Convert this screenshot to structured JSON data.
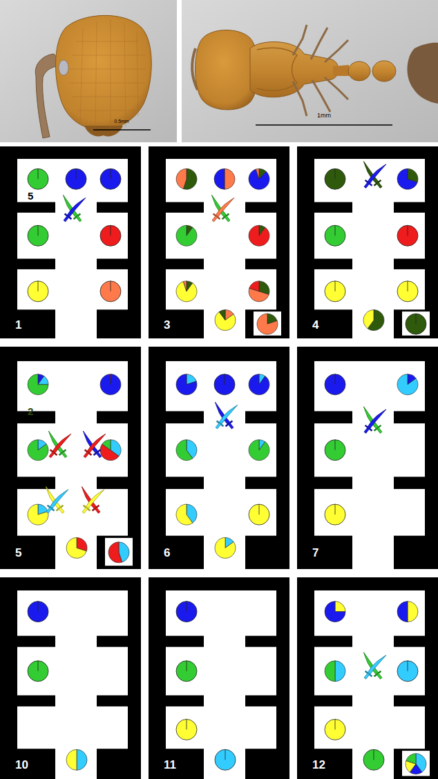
{
  "diagram": {
    "nodes": [
      {
        "text": [
          "1"
        ]
      },
      {
        "text": [
          "3"
        ]
      },
      {
        "text": [
          "4"
        ]
      },
      {
        "text": [
          "5"
        ]
      },
      {
        "text": [
          "6"
        ]
      },
      {
        "text": [
          "7"
        ]
      },
      {
        "text": [
          "10"
        ]
      },
      {
        "text": [
          "11"
        ]
      },
      {
        "text": [
          "12"
        ]
      }
    ],
    "labels": [
      "0.5mm",
      "1mm",
      "5",
      "2"
    ]
  }
}
